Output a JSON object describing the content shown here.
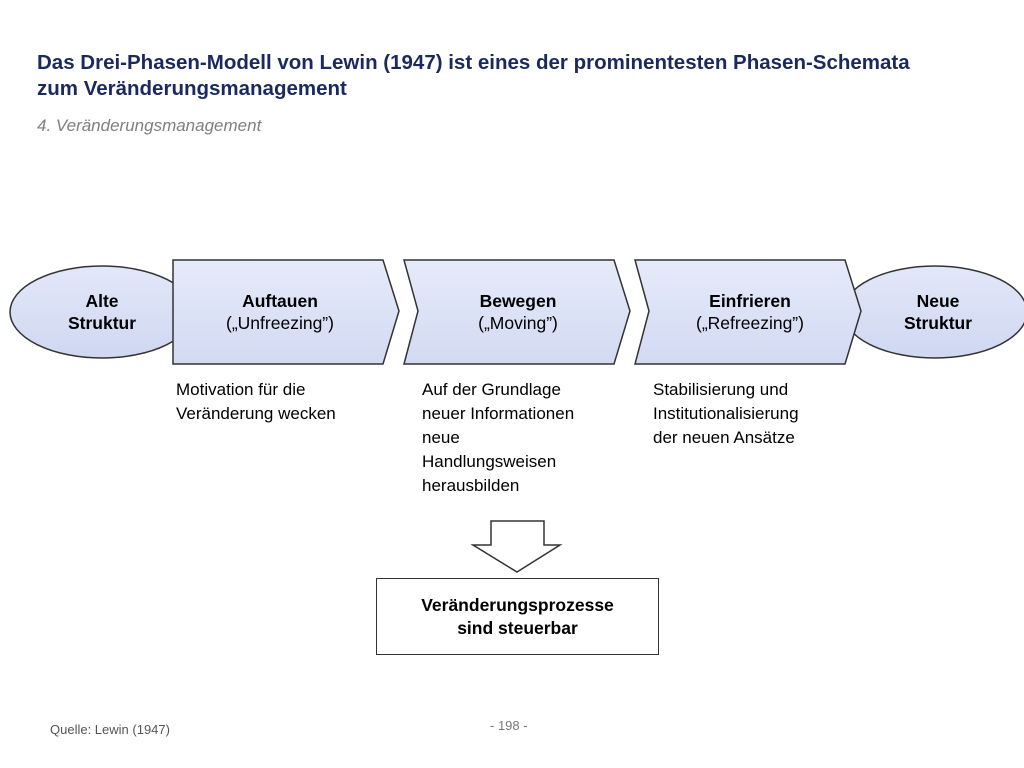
{
  "header": {
    "title": "Das Drei-Phasen-Modell von Lewin (1947) ist eines der prominentesten Phasen-Schemata zum Veränderungsmanagement",
    "subtitle": "4. Veränderungsmanagement"
  },
  "diagram": {
    "start": {
      "line1": "Alte",
      "line2": "Struktur"
    },
    "end": {
      "line1": "Neue",
      "line2": "Struktur"
    },
    "phases": [
      {
        "name": "Auftauen",
        "english": "(„Unfreezing”)",
        "description": [
          "Motivation für die",
          "Veränderung wecken"
        ]
      },
      {
        "name": "Bewegen",
        "english": "(„Moving”)",
        "description": [
          "Auf der Grundlage",
          "neuer Informationen",
          "neue",
          "Handlungsweisen",
          "herausbilden"
        ]
      },
      {
        "name": "Einfrieren",
        "english": "(„Refreezing”)",
        "description": [
          "Stabilisierung und",
          "Institutionalisierung",
          "der neuen Ansätze"
        ]
      }
    ],
    "result": {
      "line1": "Veränderungsprozesse",
      "line2": "sind steuerbar"
    }
  },
  "colors": {
    "title": "#1a2a5e",
    "phase_fill": "#dde3f7",
    "stroke": "#333333"
  },
  "footer": {
    "source": "Quelle: Lewin (1947)",
    "page": "- 198 -"
  }
}
